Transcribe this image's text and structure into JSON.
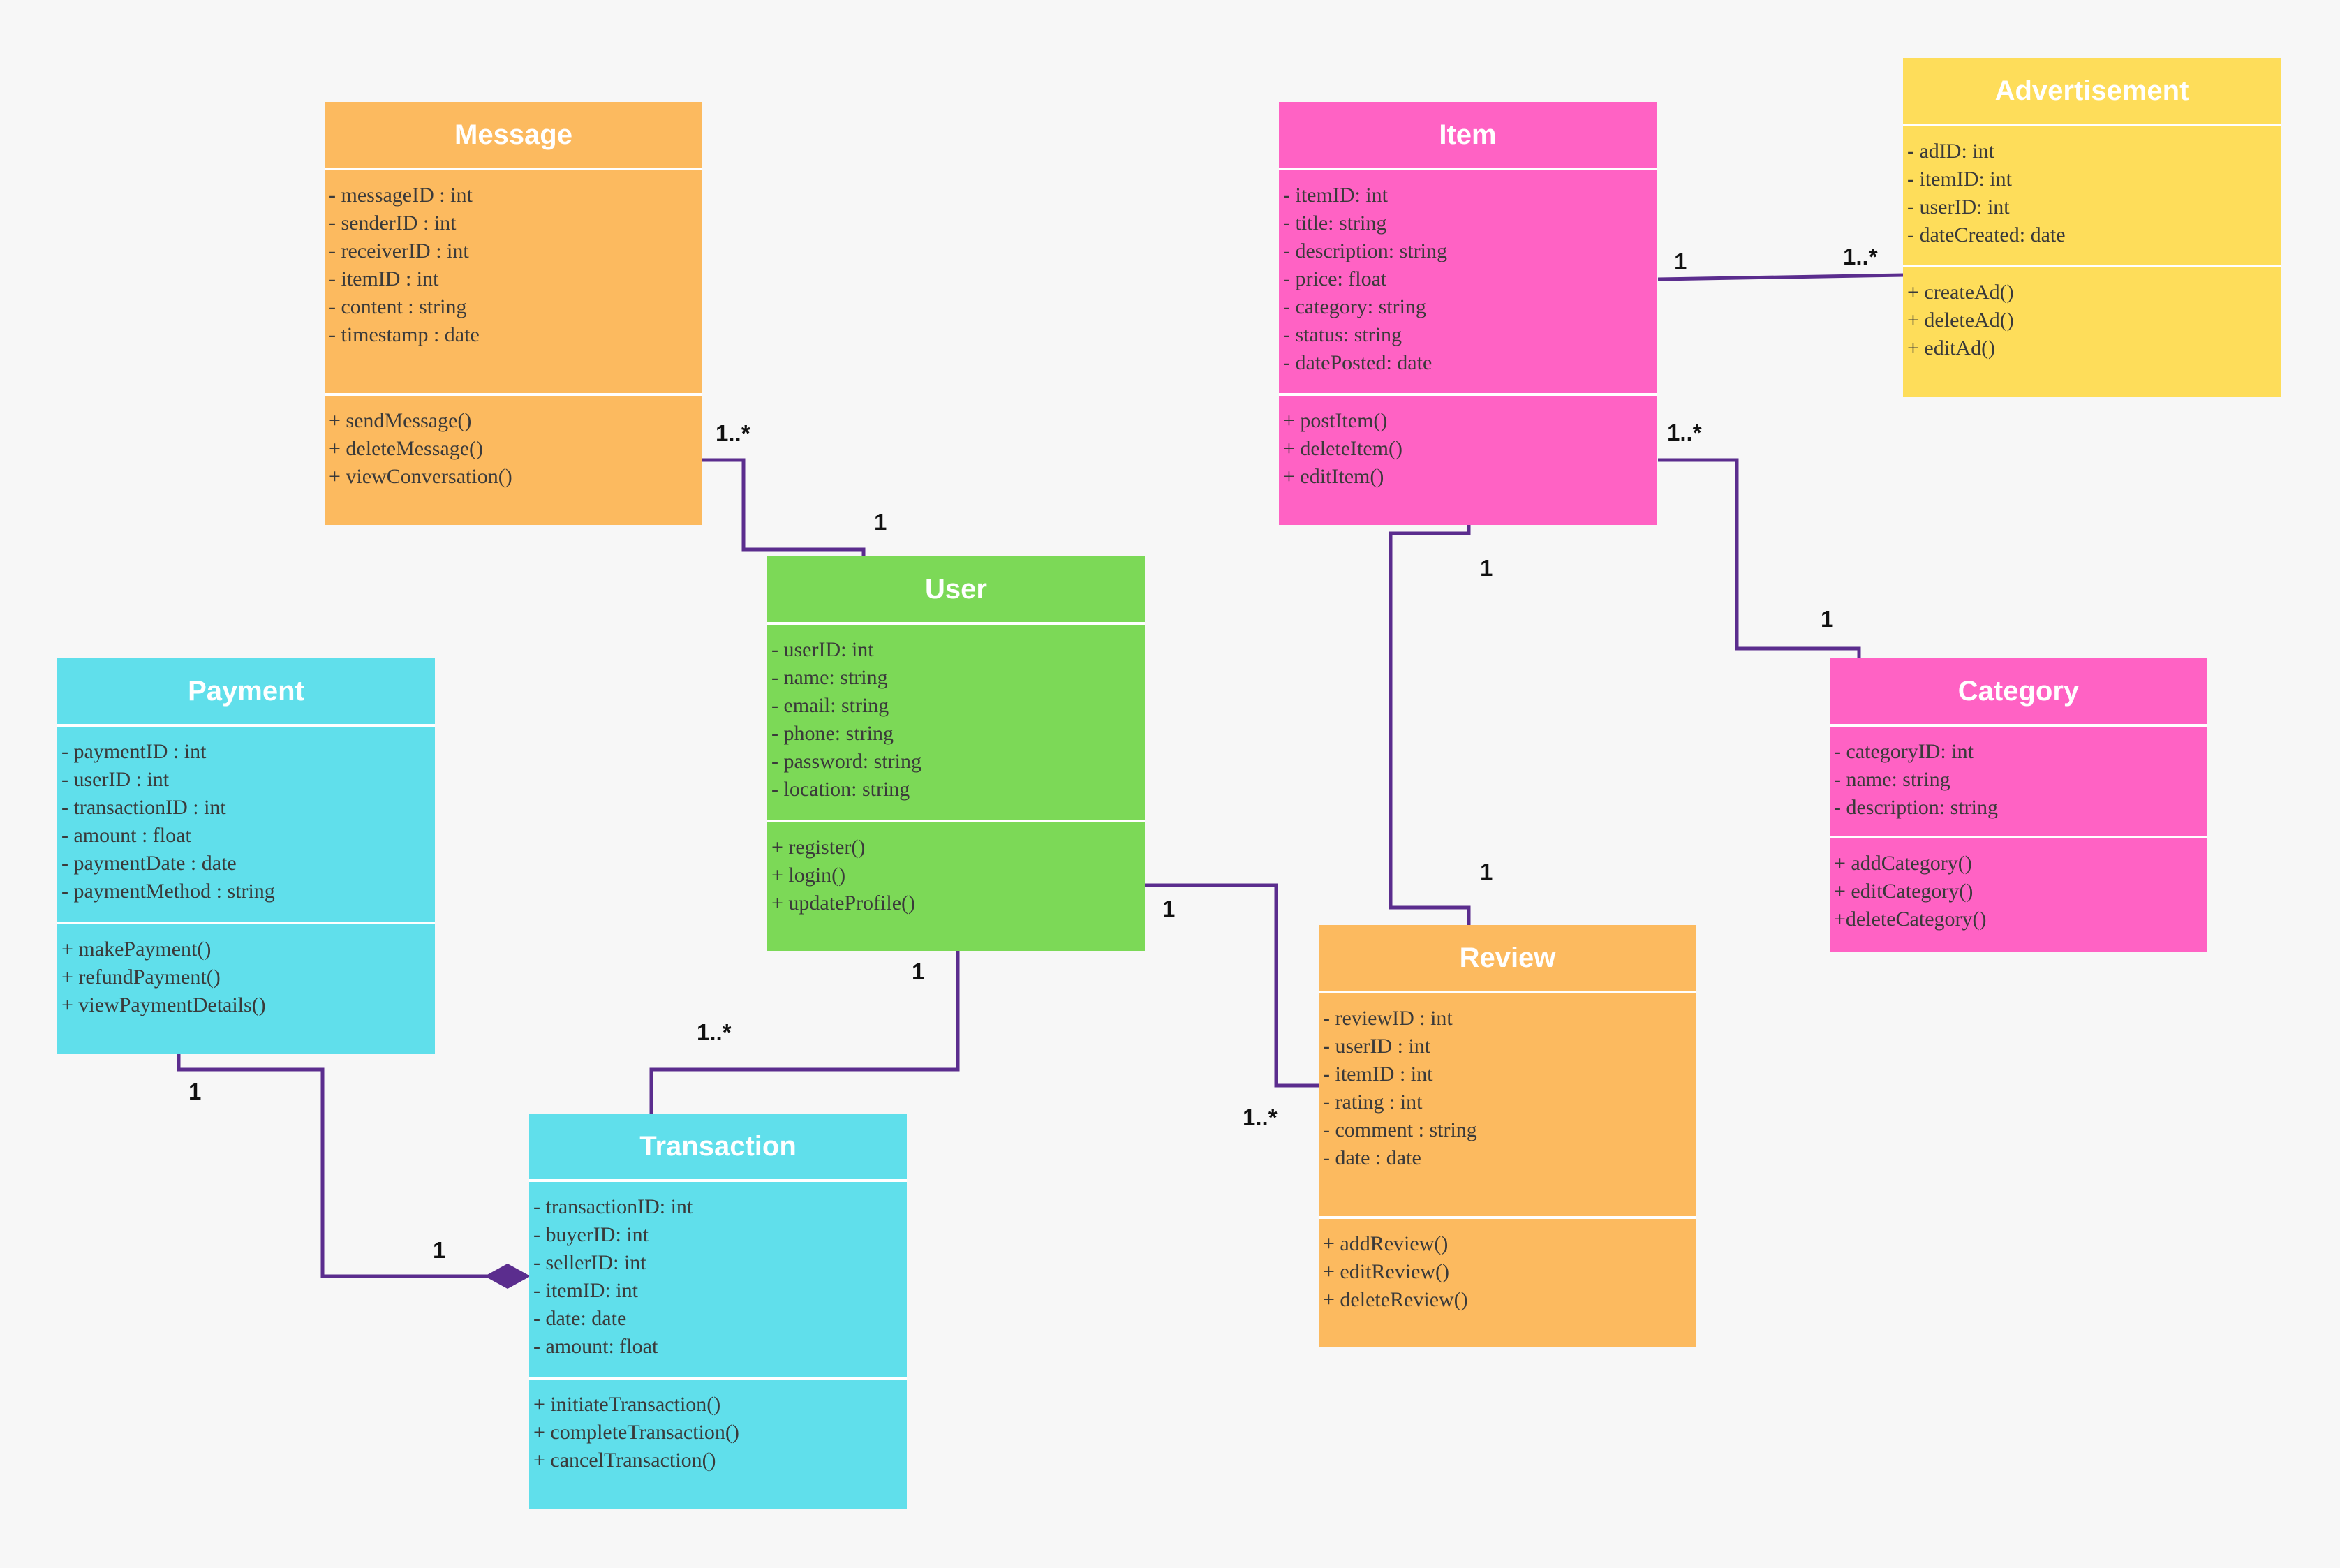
{
  "colors": {
    "orange": "#fcba5f",
    "pink": "#ff62c4",
    "yellow": "#fedd5a",
    "green": "#7cd957",
    "cyan": "#60dfeb",
    "connector": "#5b2d8e"
  },
  "classes": {
    "message": {
      "title": "Message",
      "attributes": [
        "- messageID : int",
        "- senderID : int",
        "- receiverID : int",
        "- itemID : int",
        "- content : string",
        "- timestamp : date"
      ],
      "methods": [
        "+ sendMessage()",
        "+ deleteMessage()",
        "+ viewConversation()"
      ]
    },
    "item": {
      "title": "Item",
      "attributes": [
        "- itemID: int",
        "- title: string",
        "- description: string",
        "- price: float",
        "- category: string",
        "- status: string",
        "- datePosted: date"
      ],
      "methods": [
        "+ postItem()",
        "+ deleteItem()",
        "+ editItem()"
      ]
    },
    "advertisement": {
      "title": "Advertisement",
      "attributes": [
        "- adID: int",
        "- itemID: int",
        "- userID: int",
        "- dateCreated: date"
      ],
      "methods": [
        "+ createAd()",
        "+ deleteAd()",
        "+ editAd()"
      ]
    },
    "user": {
      "title": "User",
      "attributes": [
        "- userID: int",
        "- name: string",
        "- email: string",
        "- phone: string",
        "- password: string",
        "- location: string"
      ],
      "methods": [
        "+ register()",
        "+ login()",
        "+ updateProfile()"
      ]
    },
    "payment": {
      "title": "Payment",
      "attributes": [
        "- paymentID : int",
        "- userID : int",
        "- transactionID : int",
        "- amount : float",
        "- paymentDate : date",
        "- paymentMethod : string"
      ],
      "methods": [
        "+ makePayment()",
        "+ refundPayment()",
        "+ viewPaymentDetails()"
      ]
    },
    "category": {
      "title": "Category",
      "attributes": [
        "- categoryID: int",
        "- name: string",
        "- description: string"
      ],
      "methods": [
        "+ addCategory()",
        "+ editCategory()",
        "+deleteCategory()"
      ]
    },
    "review": {
      "title": "Review",
      "attributes": [
        "- reviewID : int",
        "- userID : int",
        "- itemID : int",
        "- rating : int",
        "- comment : string",
        "- date : date"
      ],
      "methods": [
        "+ addReview()",
        "+ editReview()",
        "+ deleteReview()"
      ]
    },
    "transaction": {
      "title": "Transaction",
      "attributes": [
        "- transactionID: int",
        "- buyerID: int",
        "- sellerID: int",
        "- itemID: int",
        "- date: date",
        "- amount: float"
      ],
      "methods": [
        "+ initiateTransaction()",
        "+ completeTransaction()",
        "+ cancelTransaction()"
      ]
    }
  },
  "multiplicities": {
    "item_adv_item": "1",
    "item_adv_adv": "1..*",
    "msg_user_msg": "1..*",
    "msg_user_user": "1",
    "item_cat_item": "1..*",
    "item_cat_cat": "1",
    "item_review_item": "1",
    "item_review_review": "1",
    "user_review_user": "1",
    "user_review_review": "1..*",
    "user_txn_user": "1",
    "user_txn_txn": "1..*",
    "pay_txn_pay": "1",
    "pay_txn_txn": "1"
  }
}
